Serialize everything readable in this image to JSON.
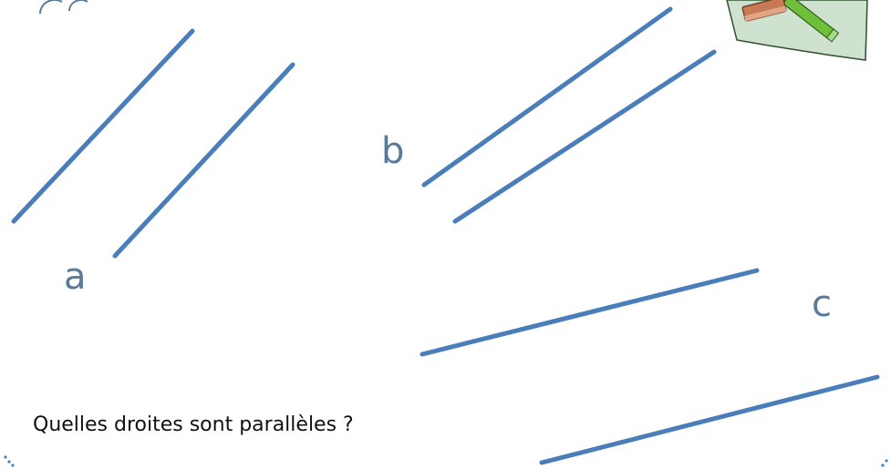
{
  "colors": {
    "line": "#4a7ebb",
    "label": "#5a7a9a",
    "title_outline": "#5a7a9a",
    "clipart_paper": "#cfe2cf",
    "clipart_pencil": "#6fbf3a",
    "clipart_eraser": "#c97a55"
  },
  "labels": {
    "a": "a",
    "b": "b",
    "c": "c"
  },
  "question": "Quelles droites sont parallèles ?",
  "icons": {
    "clipart": "pencil-and-eraser-on-paper-icon"
  }
}
